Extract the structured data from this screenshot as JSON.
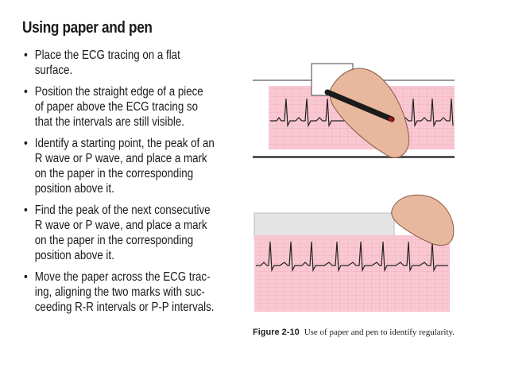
{
  "slide": {
    "title": "Using paper and pen",
    "bullets": [
      "Place the ECG tracing on a flat\nsurface.",
      "Position the straight edge of a piece\nof paper above the ECG tracing so\nthat the intervals are still visible.",
      "Identify a starting point, the peak of an\nR wave or P wave, and place a mark\non the paper in the corresponding\nposition above it.",
      "Find the peak of the next consecutive\nR wave or P wave, and place a mark\non the paper in the corresponding\nposition above it.",
      "Move the paper across the ECG trac-\ning, aligning the two marks with suc-\nceeding R-R intervals or P-P intervals."
    ]
  },
  "figure": {
    "label": "Figure 2-10",
    "caption": "Use of paper and pen to identify regularity.",
    "colors": {
      "grid": "#f2a6b6",
      "paper": "#f9c9d3",
      "trace": "#222222",
      "pen": "#1b1b1b"
    }
  }
}
